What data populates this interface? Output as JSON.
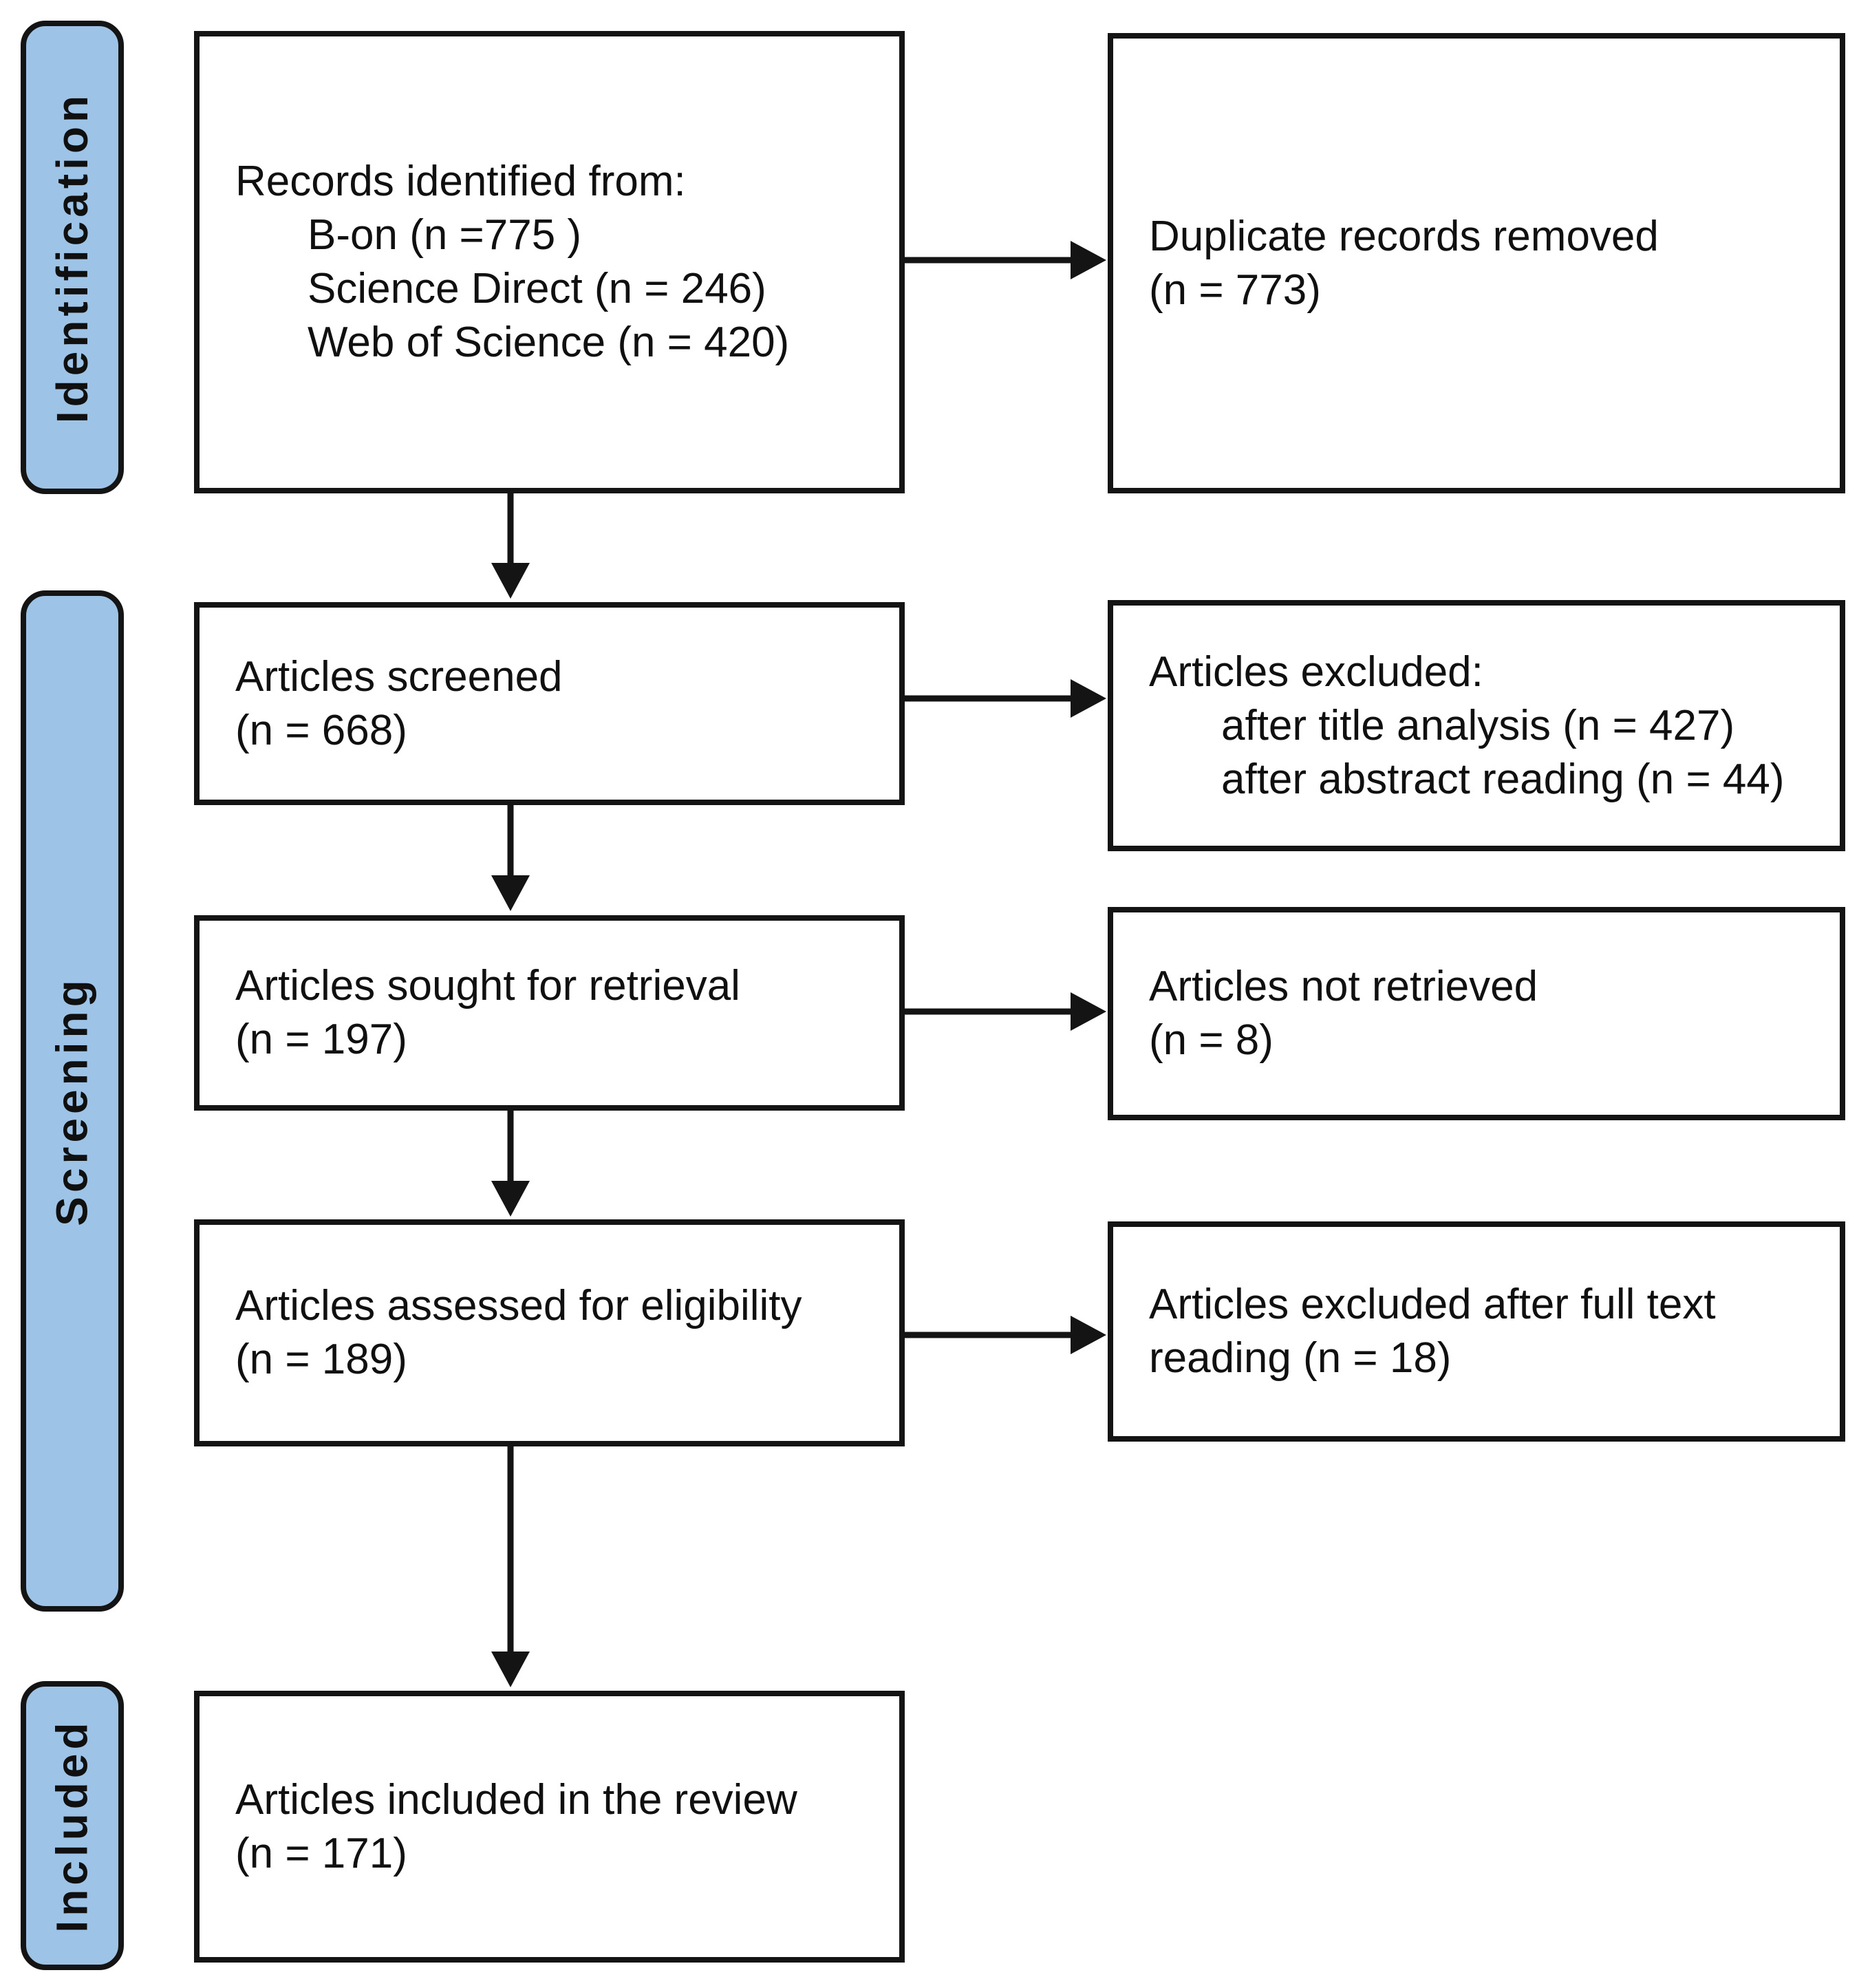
{
  "figure": {
    "type": "prisma_flow_diagram",
    "colors": {
      "stage_fill": "#9DC3E6",
      "line": "#141414",
      "text": "#101010",
      "background": "#FFFFFF"
    },
    "stage_labels": [
      "Identification",
      "Screening",
      "Included"
    ],
    "boxes": {
      "records_identified": {
        "title": "Records identified from:",
        "items": [
          "B-on (n =775 )",
          "Science Direct (n = 246)",
          "Web of Science (n = 420)"
        ]
      },
      "duplicates_removed": {
        "lines": [
          "Duplicate records removed",
          "(n = 773)"
        ]
      },
      "articles_screened": {
        "lines": [
          "Articles screened",
          "(n = 668)"
        ]
      },
      "articles_excluded_screening": {
        "title": "Articles excluded:",
        "items": [
          "after title analysis (n = 427)",
          "after abstract reading (n = 44)"
        ]
      },
      "articles_sought": {
        "lines": [
          "Articles sought for retrieval",
          "(n = 197)"
        ]
      },
      "articles_not_retrieved": {
        "lines": [
          "Articles not retrieved",
          "(n = 8)"
        ]
      },
      "articles_assessed": {
        "lines": [
          "Articles assessed for eligibility",
          "(n = 189)"
        ]
      },
      "articles_excluded_fulltext": {
        "lines": [
          "Articles excluded after full text",
          "reading (n = 18)"
        ]
      },
      "articles_included": {
        "lines": [
          "Articles included in the review",
          "(n = 171)"
        ]
      }
    }
  }
}
